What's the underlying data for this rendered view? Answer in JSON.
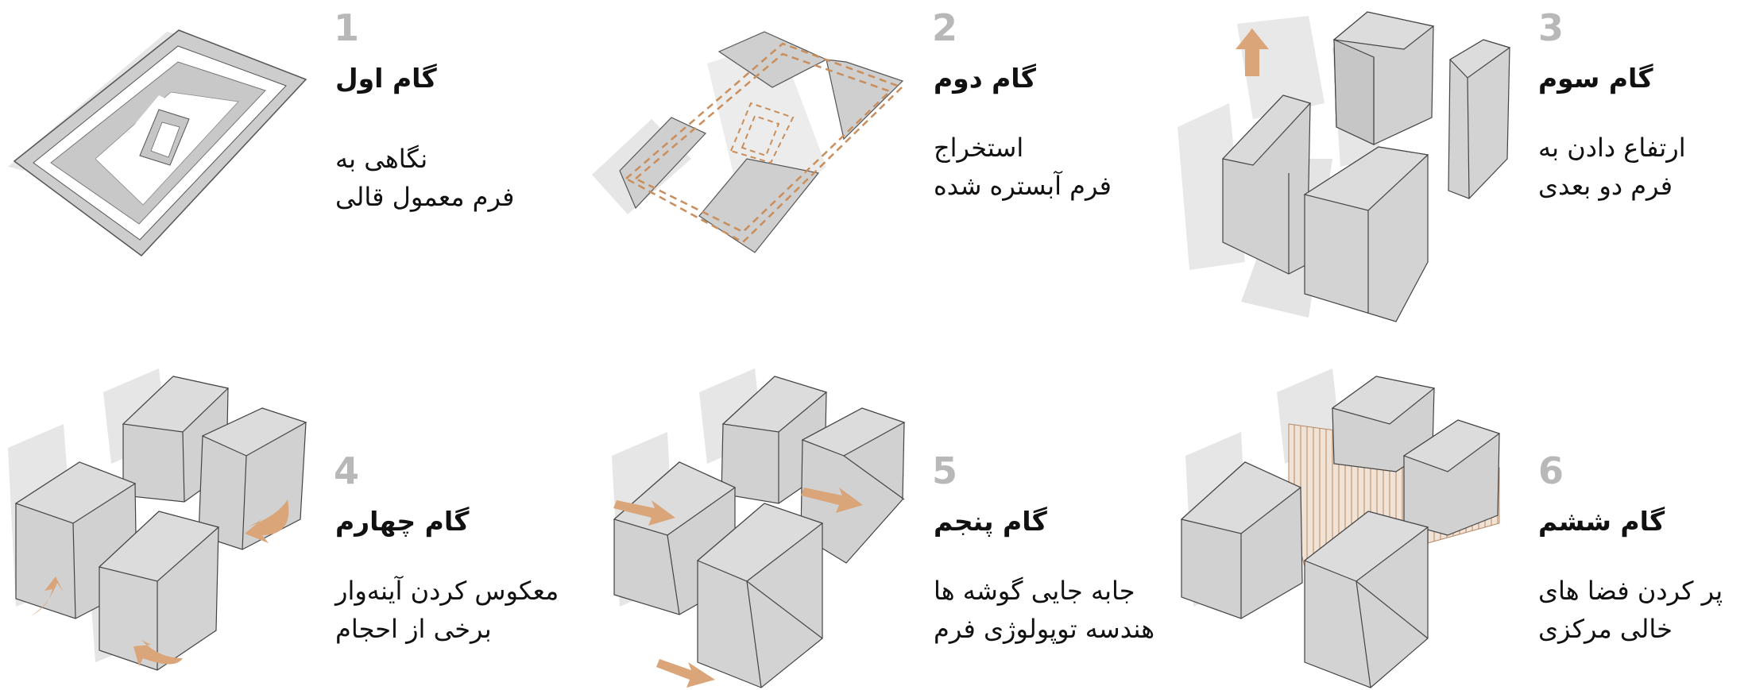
{
  "steps": [
    {
      "number": "1",
      "title": "گام اول",
      "lines": [
        "نگاهی به",
        "فرم معمول قالی"
      ]
    },
    {
      "number": "2",
      "title": "گام دوم",
      "lines": [
        "استخراج",
        "فرم آبستره شده"
      ]
    },
    {
      "number": "3",
      "title": "گام سوم",
      "lines": [
        "ارتفاع دادن به",
        "فرم دو بعدی"
      ]
    },
    {
      "number": "4",
      "title": "گام چهارم",
      "lines": [
        "معکوس کردن آینه‌وار",
        "برخی از احجام"
      ]
    },
    {
      "number": "5",
      "title": "گام پنجم",
      "lines": [
        "جابه جایی گوشه ها",
        "هندسه توپولوژی فرم"
      ]
    },
    {
      "number": "6",
      "title": "گام ششم",
      "lines": [
        "پر کردن فضا های",
        "خالی مرکزی"
      ]
    }
  ],
  "colors": {
    "accent": "#d9a579",
    "mass": "#d3d3d3",
    "shadow": "#e3e3e3",
    "number": "#b8b8b8"
  }
}
